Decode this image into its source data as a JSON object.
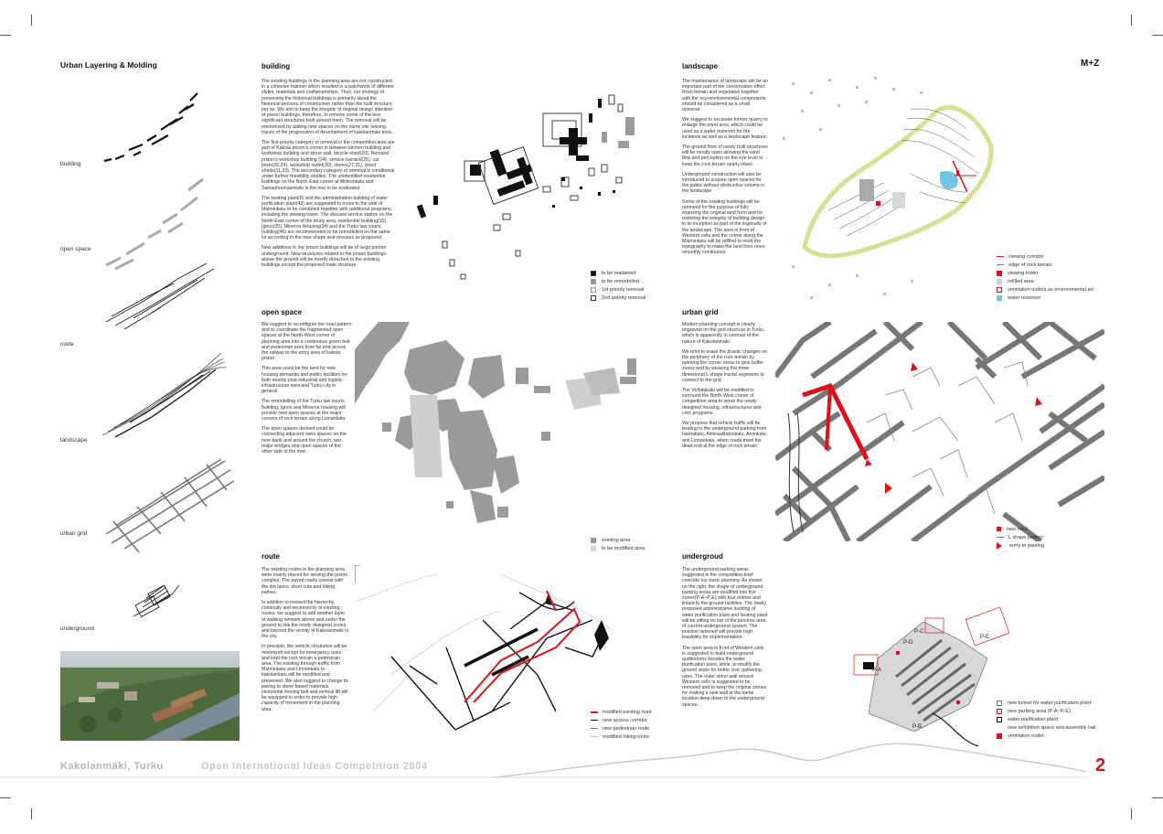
{
  "brand": "M+Z",
  "page_number": "2",
  "footer": {
    "place": "Kakolanmäki, Turku",
    "competition": "Open International Ideas Competition 2004"
  },
  "layering": {
    "title": "Urban Layering & Molding",
    "labels": [
      "building",
      "open space",
      "route",
      "landscape",
      "urban grid",
      "underground"
    ]
  },
  "building": {
    "title": "building",
    "paragraphs": [
      "The existing buildings in the planning area are not constructed in a cohesive manner which resulted in a patchwork of different styles, materials and craftsmanships. Thus, our strategy of preserving the historical buildings is primarily about the historical process of construction rather than the built structure per se. We aim to keep the integrity of original design intention of prison buildings, therefore, to remove some of the less significant structures built around them. The removal will be memorized by adding new spaces on the same site leaving traces of the progression of development of kakolanmaki area.",
      "The first priority category of removal in the competition area are part of Kakola prison's corner in between kitchen building and workshop building and stone wall, bicycle shed(20), Remand prison's workshop building (24), service barrack(25), car ports(26,29), workshop outlet(30), stores(27,31), wood sheds(11,33). The secondary category of removal is conditional under further feasibility studies. The unidentified residential buildings on the North-East corner at Minkonkatu and Sainaahuonaankatu is the one to be evaluated.",
      "The heating plant(8) and the administration building of water purification plant(43) are suggested to move to the side of Malminkatu to be combined together with additional programs, including the viewing tower. The disused service station on the North-East corner of the study area, residential building(10), Ignos(35), Minerva Housing(34) and the Turku law courts building(46) are recommended to be remodelled on the same lot according to the new shape and mixuses as proposed.",
      "New additions to the prison buildings will be of large portion underground. New structures related to the prison buildings above the ground will be mostly detached to the existing buildings except the proposed main structure."
    ],
    "legend": [
      "to be maitained",
      "to be remodelled",
      "1st priority removal",
      "2nd priority removal"
    ]
  },
  "open_space": {
    "title": "open space",
    "paragraphs": [
      "We suggest to reconfigure the road pattern and to coordinate the fragmented open spaces at the North-West corner of planning area into a continuous green belt and pedestrian area from far end across the railway to the entry area of kakola prison.",
      "This area could be the land for new housing demands and public facilities for both nearby post-industrial and logistic infrastructure area and Turku city in general.",
      "The remodelling of the Turku law courts building, Ignos and Minerva housing will provide new open spaces at the major corners of rock terrain along Linnankatu.",
      "The open spaces derived could be connecting adjacent open spaces on the river bank and around the church, two major bridges and open spaces of the other side of the river."
    ],
    "legend": [
      "existing area",
      "to be modified area"
    ]
  },
  "route": {
    "title": "route",
    "paragraphs": [
      "The existing routes in the planning area were mainly placed for serving the prison complex. The paved roads coexist with the dirt lanes, short cuts and hiking pathes.",
      "In addition to revised the hierarchy, continuity and necessecity of existing routes, we suggest to add another layer of walking network above and under the ground to link the newly designed zones and beyond the vicinity of Kakolanmaki to the city.",
      "In principle, the vehicle circulation will be minimized except for emergency uses and kept the rock terrain a pedestrain area. The existing through traffic from Malminkatu and Linnankatu to kakolankatu will be modified and preserved. We also suggest to change its paving to stone based materials. Horizontal moving belt and vertical lift will be equipped in order to provide high capacity of movement in the planning area."
    ],
    "legend": [
      "modified existing road",
      "new access corridor",
      "new pedestrian route",
      "modified hiking route"
    ]
  },
  "landscape": {
    "title": "landscape",
    "paragraphs": [
      "The maintenance of landscape will be an important part of the conservation effort. Rock terrain and vegetation together with the eco-environmental components should be considered as a small universe.",
      "We suggest to excavate former quarry to enlarge the pond area, which could be used as a water reservoir for fire incidents as well as a landscape feature.",
      "The ground floor of newly built structures will be mostly open allowing the wind flow and perception on the eye level to keep the rock terrain nearly intact.",
      "Underground construction will also be introduced to acquire open spaces for the public without obstructive volume in the landscape.",
      "Some of the existing buildings will be removed for the purpose of fully exposing the original land form and for restoring the integrity of building design in its inception as part of the ingenuity of the landscape. The area in front of Western cells and the corner along the Malminkatu will be refilled to mold the topography to make the land form more smoothly continuous."
    ],
    "legend": [
      "viewing corridor",
      "edge of rock terrain",
      "viewing tower",
      "refilled area",
      "ventilation outlets as environmental art",
      "water reservoir"
    ]
  },
  "urban_grid": {
    "title": "urban grid",
    "paragraphs": [
      "Modern planning concept is clearly engraved on the grid structure in Turku, which is apparently in contrast of the nature of Kakolanmaki.",
      "We tend to erase the drastic changes on the periphery of the rock terrain by opening the corner areas to give buffer zones and by weaving the three dimesional L shape fractal segments to connect to the grid.",
      "The Volhdakatu will be modified to surround the North-West corner of competition area to serve the newly designed housing, infrastructures and civic programs.",
      "We propose that vehicle traffic will be leading to the underground parking from Hamakatu, Almiraalitatonkatu, Arvinkatu and Linnankatu, when roads meet the dead end at the edge of rock terrain."
    ],
    "legend": [
      "new road",
      "L shape pattern",
      "entry to parking"
    ]
  },
  "underground": {
    "title": "undergroud",
    "paragraphs": [
      "The underground parking areas suggested in the competition brief coincide our basic planning. As shown on the right, the shape of underground parking areas are modified into five zones(P-A~P-E) with four entries and linked to the ground facilities. The newly proposed administrative building of water purification plant and heating plant will be sitting on top of the juncture area of current underground system. The position selected will provide high feasibility for implementation.",
      "The open area in front of Western cells is suggested to build underground auditoriums besides the water purification plant, while, to modify the ground slope for better civic gathering uses. The outer stone wall around Western cells is suggested to be removed and to keep the original stones for making a new wall at the same location deep down to the underground spaces."
    ],
    "zones": [
      "P-A",
      "P-B",
      "P-C",
      "P-D",
      "P-E"
    ],
    "legend": [
      "new tunnel for water purification plant",
      "new parking area (P-A~P-E)",
      "water purification plant",
      "new exhibition space and assembly hall",
      "ventilation outlet"
    ]
  },
  "colors": {
    "accent": "#e0101a",
    "reservoir": "#6ec6e0",
    "green": "#c8dc6a",
    "gray": "#9a9a9a"
  }
}
